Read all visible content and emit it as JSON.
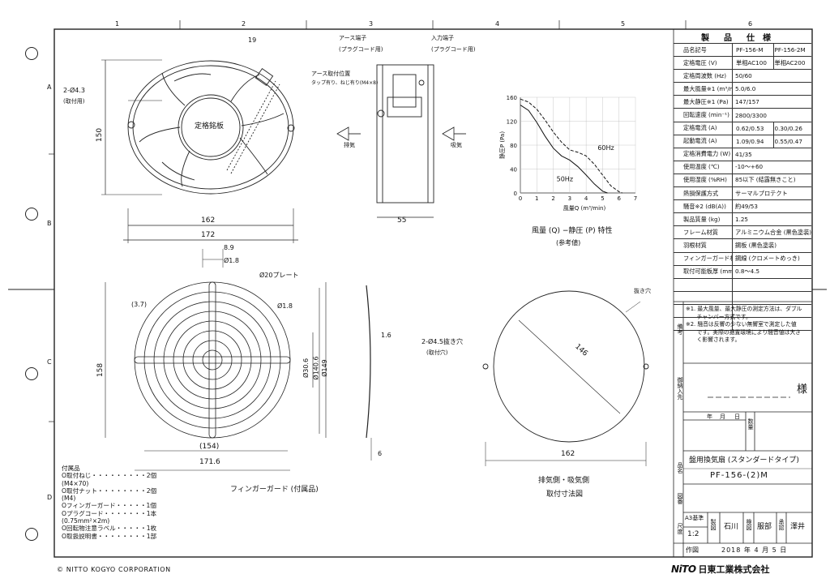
{
  "border": {
    "columns": [
      "1",
      "2",
      "3",
      "4",
      "5",
      "6"
    ],
    "rows": [
      "A",
      "B",
      "C",
      "D"
    ]
  },
  "drawing": {
    "side_view": {
      "hole_callout": "2-Ø4.3",
      "hole_note": "(取付用)",
      "nameplate": "定格銘板",
      "dim_19": "19",
      "dim_150": "150",
      "dim_162": "162",
      "dim_172": "172"
    },
    "profile_view": {
      "earth_terminal": "アース端子",
      "earth_terminal_sub": "(プラグコード用)",
      "input_terminal": "入力端子",
      "input_terminal_sub": "(プラグコード用)",
      "earth_mount": "アース取付位置",
      "earth_mount_sub": "タップ有り、ねじ有り(M4×8)",
      "exhaust": "排気",
      "intake": "吸気",
      "dim_55": "55"
    },
    "guard_view": {
      "dim_8_9": "8.9",
      "dim_phi1_8_top": "Ø1.8",
      "plate": "Ø20プレート",
      "dim_3_7": "(3.7)",
      "dim_phi1_8_right": "Ø1.8",
      "dim_158": "158",
      "dim_phi30_6": "Ø30.6",
      "dim_phi140_6": "Ø140.6",
      "dim_phi149": "Ø149",
      "dim_154": "(154)",
      "dim_171_6": "171.6",
      "dim_1_6": "1.6",
      "dim_6": "6",
      "caption": "フィンガーガード (付属品)"
    },
    "cutout_view": {
      "hole_callout": "2-Ø4.5抜き穴",
      "hole_note": "(取付穴)",
      "cut_label": "抜き穴",
      "dim_146": "146",
      "dim_162": "162",
      "caption1": "排気側・吸気側",
      "caption2": "取付寸法図"
    },
    "accessories": {
      "title": "付属品",
      "items": [
        "O取付ねじ・・・・・・・・・2個",
        "   (M4×70)",
        "O取付ナット・・・・・・・・2個",
        "   (M4)",
        "Oフィンガーガード・・・・・1個",
        "Oプラグコード・・・・・・・1本",
        "   (0.75mm²×2m)",
        "O回転物注意ラベル・・・・・1枚",
        "O取扱説明書・・・・・・・・1部"
      ]
    }
  },
  "chart_data": {
    "type": "line",
    "title": "風量 (Q) −静圧 (P) 特性",
    "subtitle": "(参考値)",
    "xlabel": "風量Q (m³/min)",
    "ylabel": "静圧P (Pa)",
    "xlim": [
      0,
      7
    ],
    "ylim": [
      0,
      160
    ],
    "xticks": [
      0,
      1,
      2,
      3,
      4,
      5,
      6,
      7
    ],
    "yticks": [
      0,
      40,
      80,
      120,
      160
    ],
    "series": [
      {
        "name": "50Hz",
        "style": "solid",
        "x": [
          0,
          0.5,
          1,
          1.5,
          2,
          2.5,
          3,
          3.5,
          4,
          4.5,
          5,
          5.3
        ],
        "y": [
          147,
          138,
          118,
          95,
          75,
          62,
          55,
          44,
          30,
          15,
          3,
          0
        ]
      },
      {
        "name": "60Hz",
        "style": "dashed",
        "x": [
          0,
          0.5,
          1,
          1.5,
          2,
          2.5,
          3,
          3.5,
          4,
          4.5,
          5,
          5.5,
          6,
          6.2
        ],
        "y": [
          157,
          152,
          140,
          122,
          102,
          85,
          72,
          68,
          62,
          48,
          30,
          12,
          2,
          0
        ]
      }
    ]
  },
  "spec": {
    "header_left": "製",
    "header_mid": "品",
    "header_right": "仕　様",
    "rows": [
      {
        "k": "品名記号",
        "v": [
          "PF-156-M",
          "PF-156-2M"
        ]
      },
      {
        "k": "定格電圧 (V)",
        "v": [
          "単相AC100",
          "単相AC200"
        ]
      },
      {
        "k": "定格周波数 (Hz)",
        "v": "50/60"
      },
      {
        "k": "最大風量※1 (m³/min)",
        "v": "5.0/6.0"
      },
      {
        "k": "最大静圧※1 (Pa)",
        "v": "147/157"
      },
      {
        "k": "回転速度 (min⁻¹)",
        "v": "2800/3300"
      },
      {
        "k": "定格電流 (A)",
        "v": [
          "0.62/0.53",
          "0.30/0.26"
        ]
      },
      {
        "k": "起動電流 (A)",
        "v": [
          "1.09/0.94",
          "0.55/0.47"
        ]
      },
      {
        "k": "定格消費電力 (W)",
        "v": "41/35"
      },
      {
        "k": "使用温度 (℃)",
        "v": "-10〜+60"
      },
      {
        "k": "使用湿度 (%RH)",
        "v": "85以下 (結露無きこと)"
      },
      {
        "k": "熱損保護方式",
        "v": "サーマルプロテクト"
      },
      {
        "k": "騒音※2 (dB(A))",
        "v": "約49/53"
      },
      {
        "k": "製品質量 (kg)",
        "v": "1.25"
      },
      {
        "k": "フレーム材質",
        "v": "アルミニウム合金 (黒色塗装)"
      },
      {
        "k": "羽根材質",
        "v": "鋼板 (黒色塗装)"
      },
      {
        "k": "フィンガーガード材質",
        "v": "鋼線 (クロメートめっき)"
      },
      {
        "k": "取付可能板厚 (mm)",
        "v": "0.8〜4.5"
      },
      {
        "k": "",
        "v": ""
      },
      {
        "k": "",
        "v": ""
      },
      {
        "k": "",
        "v": ""
      },
      {
        "k": "",
        "v": ""
      }
    ],
    "remarks_label": "備考",
    "remarks": [
      "※1. 最大風量、最大静圧の測定方法は、ダブル",
      "　　チャンバー方式です。",
      "※2. 騒音は反響の少ない無響室で測定した値",
      "　　です。実際の据置環境により騒音値は大き",
      "　　く影響されます。"
    ],
    "delivery_label": "御納入先",
    "delivery_suffix": "様",
    "date_fields": [
      "年",
      "月",
      "日"
    ],
    "qty_label": "数量",
    "name_label": "品名",
    "product_name": "盤用換気扇 (スタンダードタイプ)",
    "model": "PF-156-(2)M",
    "drawing_no_label": "図番",
    "paper": "A3基準",
    "scale_label": "尺度",
    "scale": "1:2",
    "draft_label": "製図",
    "drafter": "石川",
    "check_label": "検図",
    "checker": "服部",
    "approve_label": "承認",
    "approver": "澤井",
    "created_label": "作図",
    "created": "2018 年 4 月 5 日"
  },
  "footer": {
    "copyright": "© NITTO KOGYO CORPORATION",
    "logo_mark": "NiTO",
    "company": "日東工業株式会社"
  }
}
